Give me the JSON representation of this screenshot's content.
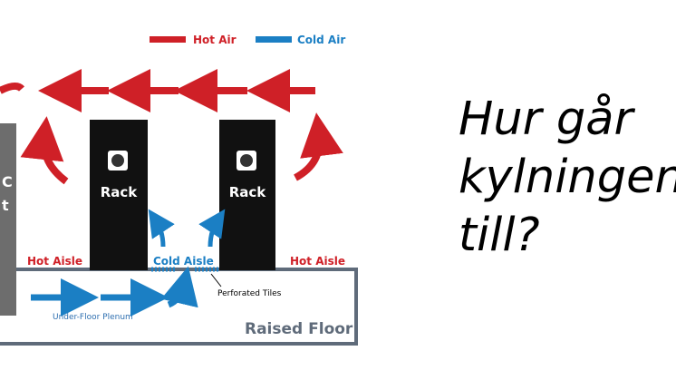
{
  "legend": {
    "hot_label": "Hot Air",
    "cold_label": "Cold Air"
  },
  "crac": {
    "label_line1": "C",
    "label_line2": "t"
  },
  "racks": [
    {
      "label": "Rack"
    },
    {
      "label": "Rack"
    }
  ],
  "aisles": {
    "hot_left": "Hot Aisle",
    "cold": "Cold Aisle",
    "hot_right": "Hot Aisle"
  },
  "floor": {
    "perforated": "Perforated Tiles",
    "plenum": "Under-Floor Plenum",
    "raised": "Raised Floor"
  },
  "question": {
    "line1": "Hur går",
    "line2": "kylningen",
    "line3": "till?"
  },
  "colors": {
    "hot": "#cf2027",
    "cold": "#1b7fc4",
    "floor": "#5f6b7a",
    "crac": "#6d6d6d",
    "rack": "#111111"
  }
}
